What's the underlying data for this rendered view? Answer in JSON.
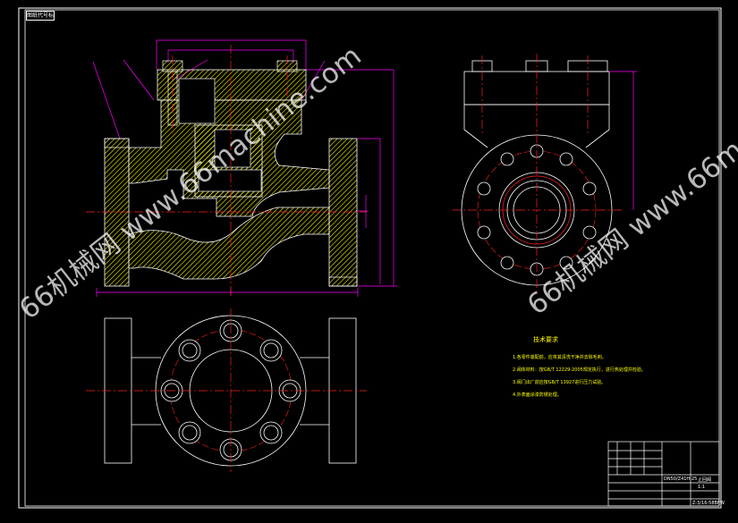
{
  "stamp_label": "图纸代号标注",
  "watermarks": [
    "66机械网 www.66machine.com",
    "66机械网 www.66machine.com"
  ],
  "tech_requirements": {
    "title": "技术要求",
    "notes": [
      "1.各零件装配前，应将其清洗干净并去除毛刺。",
      "2.阀体材料：按GB/T 12229-2005规定执行，进行热处理并检验。",
      "3.阀门出厂前应按GB/T 13927进行压力试验。",
      "4.外表面涂漆防锈处理。"
    ]
  },
  "title_block": {
    "part_name": "止回阀",
    "drawing_no": "DN50/Z41H-25",
    "scale": "1:1",
    "sheet": "Z-3/16-58BFW"
  },
  "colors": {
    "background": "#000000",
    "outline": "#ffffff",
    "section_hatch": "#ffff00",
    "centerline": "#ff0000",
    "dimension": "#ff00ff",
    "text": "#ffff00"
  }
}
